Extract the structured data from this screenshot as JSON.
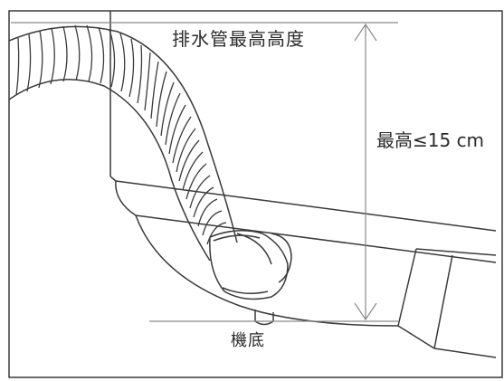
{
  "labels": {
    "drain_hose_max_height": "排水管最高高度",
    "max_height_value": "最高≤15 cm",
    "machine_base": "機底"
  },
  "colors": {
    "line": "#3a3a3a",
    "dimension": "#8a8a8a",
    "background": "#ffffff"
  }
}
